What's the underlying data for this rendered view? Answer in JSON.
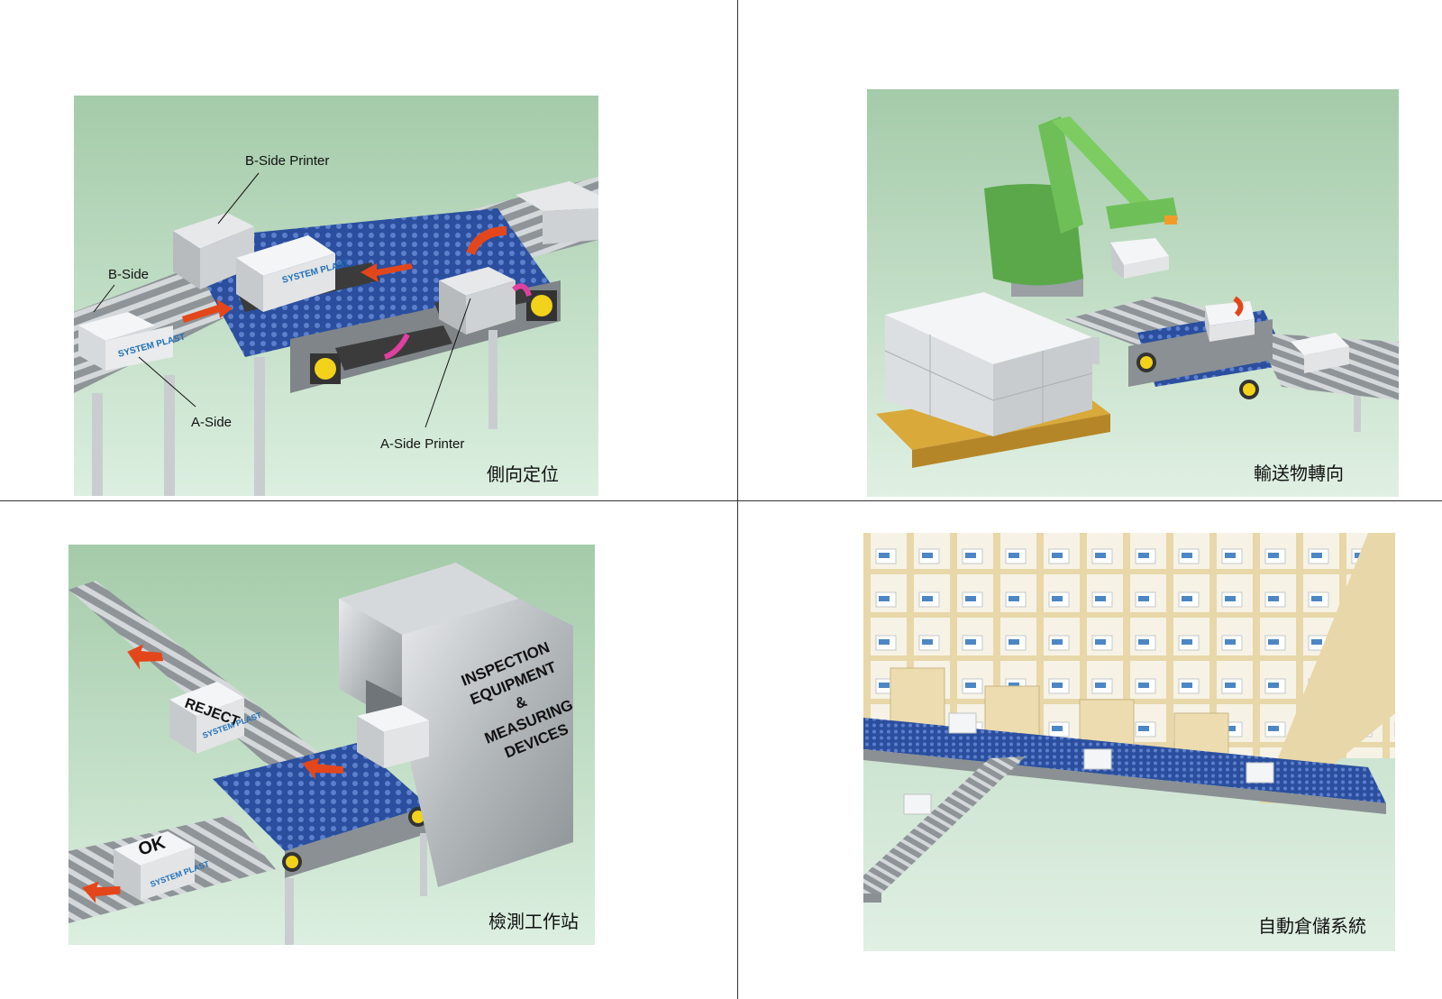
{
  "panels": [
    {
      "caption": "側向定位",
      "labels": {
        "b_side_printer": "B-Side Printer",
        "b_side": "B-Side",
        "a_side": "A-Side",
        "a_side_printer": "A-Side Printer"
      },
      "box_logo": "SYSTEM PLAST"
    },
    {
      "caption": "輸送物轉向"
    },
    {
      "caption": "檢測工作站",
      "tags": {
        "reject": "REJECT",
        "ok": "OK"
      },
      "machine_lines": [
        "INSPECTION",
        "EQUIPMENT",
        "&",
        "MEASURING",
        "DEVICES"
      ],
      "box_logo": "SYSTEM PLAST"
    },
    {
      "caption": "自動倉儲系統"
    }
  ],
  "colors": {
    "background_green": "#a9cfb0",
    "belt_blue": "#2b4f9e",
    "roller_grey": "#9aa0a4",
    "arrow_orange": "#e4461b",
    "arrow_pink": "#e040a0",
    "robot_green": "#5aa84a",
    "pallet_yellow": "#d9a93a",
    "rack_beige": "#e8d7a8"
  }
}
